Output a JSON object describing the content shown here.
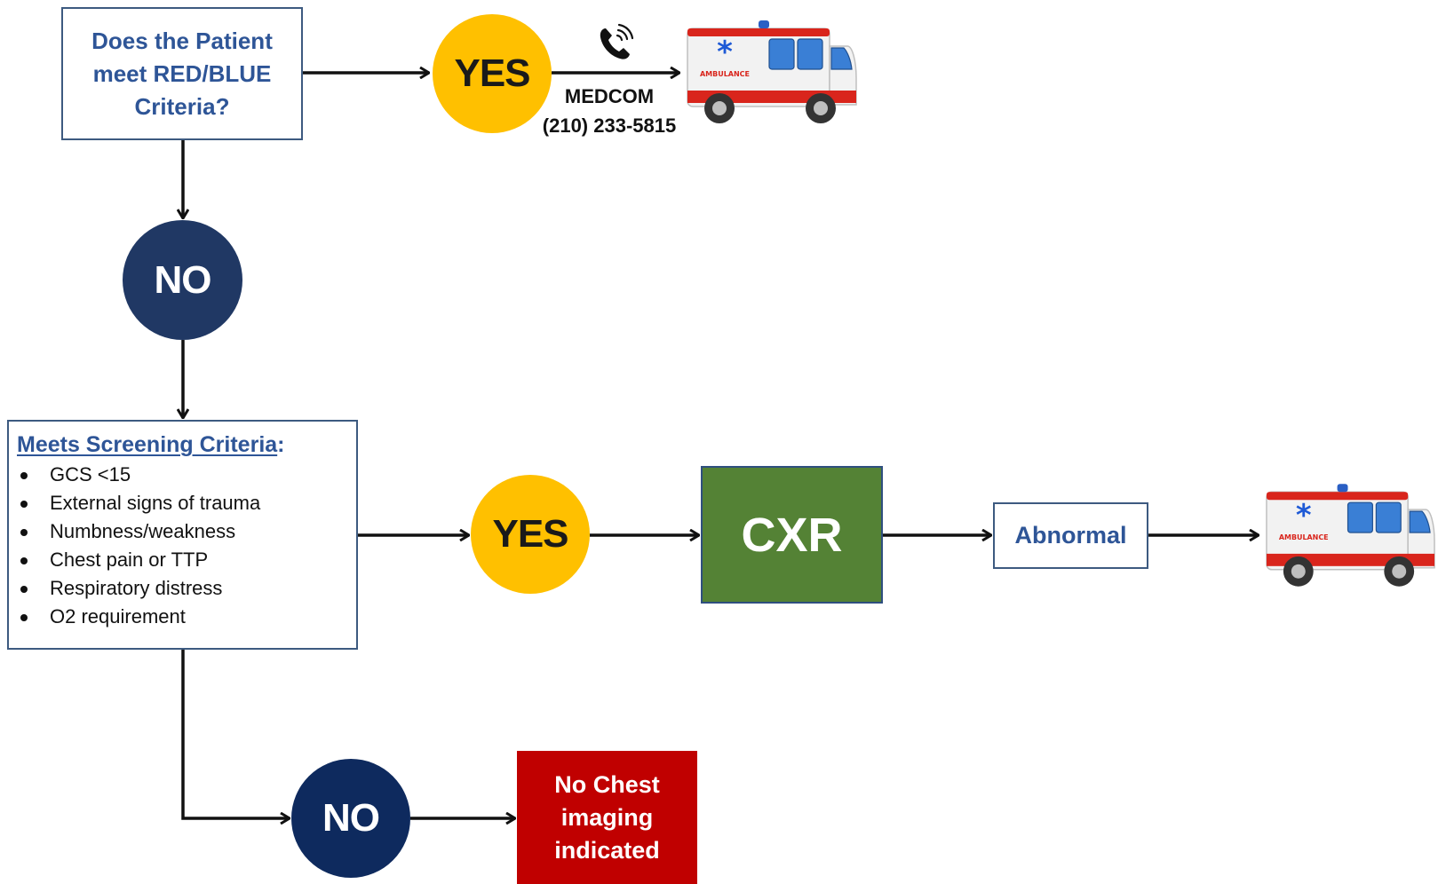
{
  "question": {
    "text": "Does the Patient meet RED/BLUE Criteria?"
  },
  "yes_1": {
    "label": "YES"
  },
  "medcom": {
    "name": "MEDCOM",
    "phone": "(210) 233-5815"
  },
  "no_1": {
    "label": "NO"
  },
  "screening": {
    "title": "Meets Screening Criteria",
    "title_suffix": ":",
    "items": [
      "GCS <15",
      "External signs of trauma",
      "Numbness/weakness",
      "Chest pain or TTP",
      "Respiratory distress",
      "O2 requirement"
    ]
  },
  "yes_2": {
    "label": "YES"
  },
  "cxr": {
    "label": "CXR"
  },
  "abnormal": {
    "label": "Abnormal"
  },
  "no_2": {
    "label": "NO"
  },
  "no_imaging": {
    "text": "No Chest imaging indicated"
  },
  "ambulance": {
    "label": "AMBULANCE",
    "symbol": "*"
  },
  "colors": {
    "yes": "#ffc000",
    "no": "#203864",
    "cxr": "#548235",
    "no_imaging": "#c00000",
    "text_blue": "#2e5597"
  },
  "icons": [
    "phone-icon",
    "ambulance-icon"
  ]
}
